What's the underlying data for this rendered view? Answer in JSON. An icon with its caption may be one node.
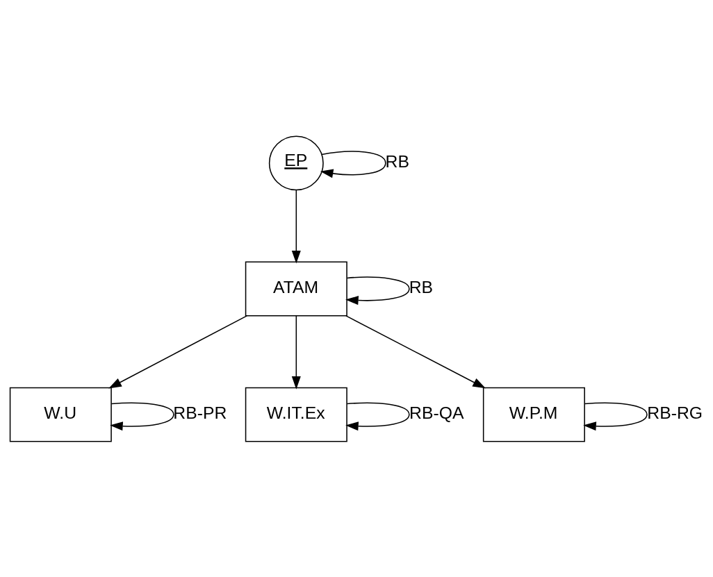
{
  "diagram": {
    "nodes": [
      {
        "text": [
          "EP"
        ]
      },
      {
        "text": [
          "ATAM"
        ]
      },
      {
        "text": [
          "W.U"
        ]
      },
      {
        "text": [
          "W.IT.Ex"
        ]
      },
      {
        "text": [
          "W.P.M"
        ]
      }
    ],
    "edges": [
      {
        "from": 0,
        "to": 0,
        "arrow": "to",
        "label": "RB"
      },
      {
        "from": 0,
        "to": 1,
        "arrow": "to"
      },
      {
        "from": 1,
        "to": 1,
        "arrow": "to",
        "label": "RB"
      },
      {
        "from": 1,
        "to": 2,
        "arrow": "to"
      },
      {
        "from": 1,
        "to": 3,
        "arrow": "to"
      },
      {
        "from": 1,
        "to": 4,
        "arrow": "to"
      },
      {
        "from": 2,
        "to": 2,
        "arrow": "to",
        "label": "RB-PR"
      },
      {
        "from": 3,
        "to": 3,
        "arrow": "to",
        "label": "RB-QA"
      },
      {
        "from": 4,
        "to": 4,
        "arrow": "to",
        "label": "RB-RG"
      }
    ]
  }
}
